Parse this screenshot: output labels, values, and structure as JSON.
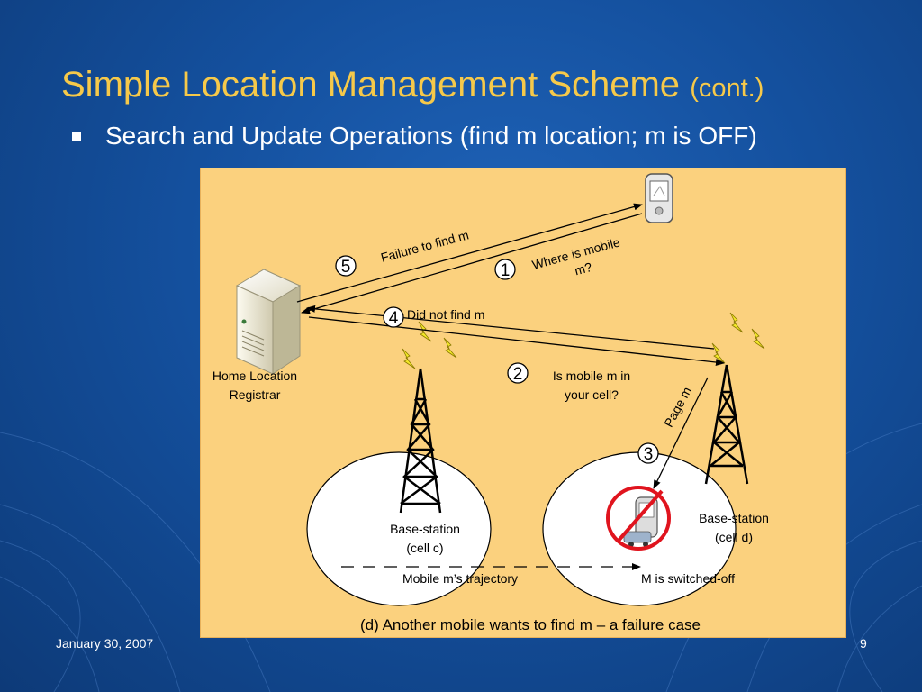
{
  "slide": {
    "title": "Simple Location Management Scheme",
    "title_suffix": "(cont.)",
    "bullet": "Search and Update Operations (find m location; m is OFF)",
    "footer_date": "January 30, 2007",
    "page_number": "9"
  },
  "diagram": {
    "caption": "(d) Another mobile wants to find m – a failure case",
    "hlr_label": [
      "Home Location",
      "Registrar"
    ],
    "base_c_label": [
      "Base-station",
      "(cell c)"
    ],
    "base_d_label": [
      "Base-station",
      "(cell d)"
    ],
    "trajectory_label": "Mobile m’s trajectory",
    "switched_off_label": "M is switched-off",
    "steps": [
      {
        "num": "1",
        "label_lines": [
          "Where is mobile",
          "m?"
        ]
      },
      {
        "num": "2",
        "label_lines": [
          "Is mobile m in",
          "your cell?"
        ]
      },
      {
        "num": "3",
        "label_lines": [
          "Page m"
        ]
      },
      {
        "num": "4",
        "label_lines": [
          "Did not find m"
        ]
      },
      {
        "num": "5",
        "label_lines": [
          "Failure to find m"
        ]
      }
    ]
  },
  "colors": {
    "title": "#f6c94a",
    "panel": "#fbd17e",
    "forbidden": "#e0141e",
    "lightning": "#f3e829"
  }
}
